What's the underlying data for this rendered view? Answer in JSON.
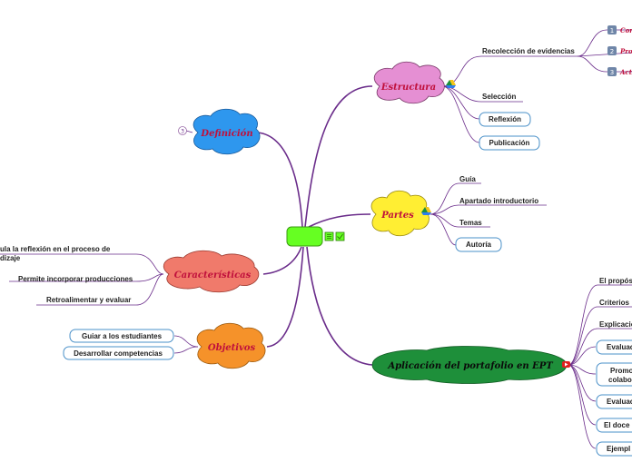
{
  "colors": {
    "branch": "#6a2c8a",
    "estructura": "#e58fd3",
    "partes": "#ffee33",
    "definicion": "#2e97ee",
    "caracteristicas": "#f07a6b",
    "objetivos": "#f5922a",
    "aplicacion": "#1e8f3a",
    "central": "#66ff22",
    "title_text": "#c0103c",
    "box_border": "#4a90c8"
  },
  "central": {
    "label": "",
    "icons": [
      "list-icon",
      "checkbox-icon"
    ]
  },
  "estructura": {
    "title": "Estructura",
    "icon": "google-drive-icon",
    "items": [
      {
        "label": "Recolección de evidencias",
        "boxed": false
      },
      {
        "label": "Selección",
        "boxed": false
      },
      {
        "label": "Reflexión",
        "boxed": true
      },
      {
        "label": "Publicación",
        "boxed": true
      }
    ],
    "subitems": [
      {
        "num": "1",
        "label": "Conc"
      },
      {
        "num": "2",
        "label": "Proc"
      },
      {
        "num": "3",
        "label": "Acti"
      }
    ]
  },
  "partes": {
    "title": "Partes",
    "icon": "google-drive-icon",
    "items": [
      {
        "label": "Guía",
        "boxed": false
      },
      {
        "label": "Apartado introductorio",
        "boxed": false
      },
      {
        "label": "Temas",
        "boxed": false
      },
      {
        "label": "Autoría",
        "boxed": true
      }
    ]
  },
  "definicion": {
    "title": "Definición",
    "badge": "3"
  },
  "caracteristicas": {
    "title": "Características",
    "items": [
      {
        "label": "ula la reflexión en el proceso de"
      },
      {
        "label": "dizaje"
      },
      {
        "label": "Permite incorporar producciones"
      },
      {
        "label": "Retroalimentar y evaluar"
      }
    ]
  },
  "objetivos": {
    "title": "Objetivos",
    "items": [
      {
        "label": "Guiar a los estudiantes"
      },
      {
        "label": "Desarrollar competencias"
      }
    ]
  },
  "aplicacion": {
    "title": "Aplicación del portafolio en EPT",
    "items": [
      {
        "label": "El propós",
        "boxed": false
      },
      {
        "label": "Criterios",
        "boxed": false
      },
      {
        "label": "Explicacio",
        "boxed": false
      },
      {
        "label": "Evaluac",
        "boxed": true
      },
      {
        "label": "Promo",
        "boxed": true
      },
      {
        "label": "colabo",
        "boxed": true
      },
      {
        "label": "Evaluac",
        "boxed": true
      },
      {
        "label": "El doce",
        "boxed": true
      },
      {
        "label": "Ejempl",
        "boxed": true
      }
    ]
  }
}
